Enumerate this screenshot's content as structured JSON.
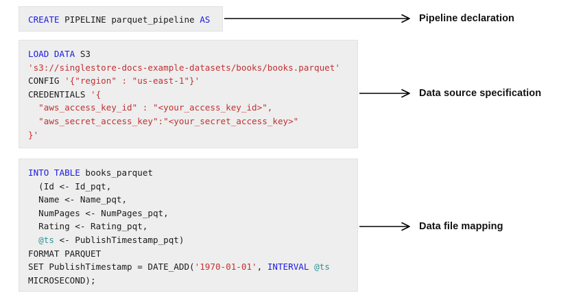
{
  "diagram": {
    "title": "SingleStore CREATE PIPELINE parquet example",
    "background_color": "#ffffff",
    "block_fill_color": "#eeeeee",
    "keyword_color": "#1c1ce0",
    "string_color": "#c23030",
    "variable_color": "#2e9393",
    "text_color": "#1b1b1b",
    "arrow_color": "#000000"
  },
  "blocks": [
    {
      "id": "pipeline-declaration",
      "lines": [
        [
          {
            "t": "CREATE",
            "c": "kw"
          },
          {
            "t": " PIPELINE parquet_pipeline ",
            "c": "pln"
          },
          {
            "t": "AS",
            "c": "kw"
          }
        ]
      ]
    },
    {
      "id": "data-source-specification",
      "lines": [
        [
          {
            "t": "LOAD DATA",
            "c": "kw"
          },
          {
            "t": " S3",
            "c": "pln"
          }
        ],
        [
          {
            "t": "'s3://singlestore-docs-example-datasets/books/books.parquet'",
            "c": "str"
          }
        ],
        [
          {
            "t": "CONFIG ",
            "c": "pln"
          },
          {
            "t": "'{\"region\" : \"us-east-1\"}'",
            "c": "str"
          }
        ],
        [
          {
            "t": "CREDENTIALS ",
            "c": "pln"
          },
          {
            "t": "'{",
            "c": "str"
          }
        ],
        [
          {
            "t": "  \"aws_access_key_id\" : \"<your_access_key_id>\",",
            "c": "str"
          }
        ],
        [
          {
            "t": "  \"aws_secret_access_key\":\"<your_secret_access_key>\"",
            "c": "str"
          }
        ],
        [
          {
            "t": "}'",
            "c": "str"
          }
        ]
      ]
    },
    {
      "id": "data-file-mapping",
      "lines": [
        [
          {
            "t": "INTO TABLE",
            "c": "kw"
          },
          {
            "t": " books_parquet",
            "c": "pln"
          }
        ],
        [
          {
            "t": "  (Id <- Id_pqt,",
            "c": "pln"
          }
        ],
        [
          {
            "t": "  Name <- Name_pqt,",
            "c": "pln"
          }
        ],
        [
          {
            "t": "  NumPages <- NumPages_pqt,",
            "c": "pln"
          }
        ],
        [
          {
            "t": "  Rating <- Rating_pqt,",
            "c": "pln"
          }
        ],
        [
          {
            "t": "  ",
            "c": "pln"
          },
          {
            "t": "@ts",
            "c": "var"
          },
          {
            "t": " <- PublishTimestamp_pqt)",
            "c": "pln"
          }
        ],
        [
          {
            "t": "FORMAT PARQUET",
            "c": "pln"
          }
        ],
        [
          {
            "t": "SET PublishTimestamp = DATE_ADD(",
            "c": "pln"
          },
          {
            "t": "'1970-01-01'",
            "c": "str"
          },
          {
            "t": ", ",
            "c": "pln"
          },
          {
            "t": "INTERVAL",
            "c": "kw"
          },
          {
            "t": " ",
            "c": "pln"
          },
          {
            "t": "@ts",
            "c": "var"
          }
        ],
        [
          {
            "t": "MICROSECOND);",
            "c": "pln"
          }
        ]
      ]
    }
  ],
  "labels": {
    "pipeline_declaration": "Pipeline declaration",
    "data_source_specification": "Data source specification",
    "data_file_mapping": "Data file mapping"
  }
}
